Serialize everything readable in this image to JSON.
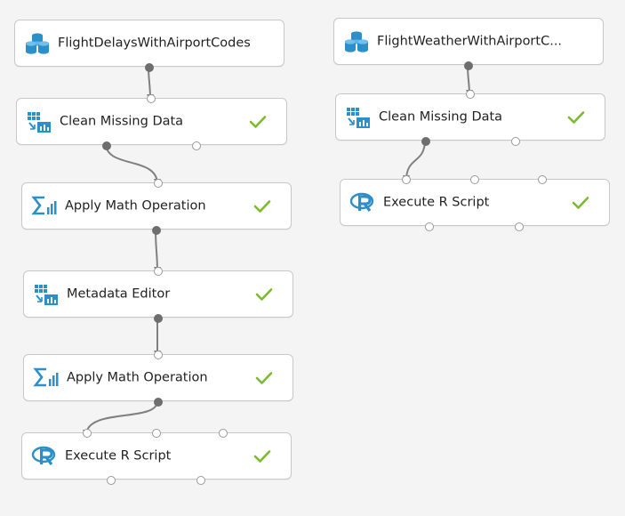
{
  "canvas": {
    "nodes": {
      "flight_delays": {
        "label": "FlightDelaysWithAirportCodes",
        "icon": "dataset-icon",
        "status": ""
      },
      "clean_missing_left": {
        "label": "Clean Missing Data",
        "icon": "clean-data-icon",
        "status": "completed"
      },
      "apply_math_1": {
        "label": "Apply Math Operation",
        "icon": "math-operation-icon",
        "status": "completed"
      },
      "metadata_editor": {
        "label": "Metadata Editor",
        "icon": "metadata-editor-icon",
        "status": "completed"
      },
      "apply_math_2": {
        "label": "Apply Math Operation",
        "icon": "math-operation-icon",
        "status": "completed"
      },
      "execute_r_left": {
        "label": "Execute R Script",
        "icon": "r-script-icon",
        "status": "completed"
      },
      "flight_weather": {
        "label": "FlightWeatherWithAirportC...",
        "icon": "dataset-icon",
        "status": ""
      },
      "clean_missing_right": {
        "label": "Clean Missing Data",
        "icon": "clean-data-icon",
        "status": "completed"
      },
      "execute_r_right": {
        "label": "Execute R Script",
        "icon": "r-script-icon",
        "status": "completed"
      }
    }
  },
  "colors": {
    "canvas_bg": "#f4f4f4",
    "node_border": "#c8c8c8",
    "icon_blue": "#2b8fc9",
    "check_green": "#7cba2e",
    "connector": "#808080"
  }
}
